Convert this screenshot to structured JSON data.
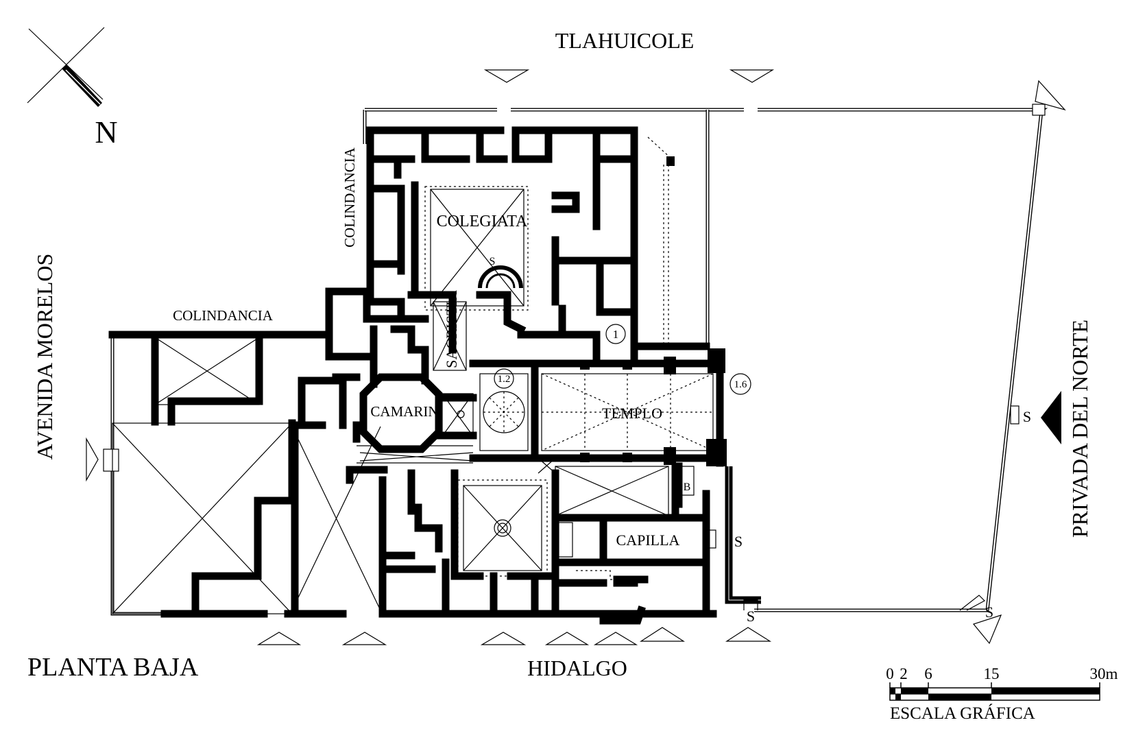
{
  "title": "PLANTA BAJA",
  "north": {
    "label": "N"
  },
  "streets": {
    "north": "TLAHUICOLE",
    "south": "HIDALGO",
    "west": "AVENIDA MORELOS",
    "east": "PRIVADA DEL NORTE"
  },
  "neighbors": {
    "west": "COLINDANCIA",
    "north": "COLINDANCIA"
  },
  "rooms": {
    "colegiata": "COLEGIATA",
    "sacristia": "SACRISTIA",
    "camarin": "CAMARIN",
    "templo": "TEMPLO",
    "capilla": "CAPILLA"
  },
  "markers": {
    "m1": "1",
    "m12": "1.2",
    "m16": "1.6",
    "stair_b": "B",
    "s_labels": [
      "S",
      "S",
      "S",
      "S",
      "S"
    ]
  },
  "scale": {
    "title": "ESCALA GRÁFICA",
    "ticks": [
      "0",
      "2",
      "6",
      "15",
      "30m"
    ]
  }
}
